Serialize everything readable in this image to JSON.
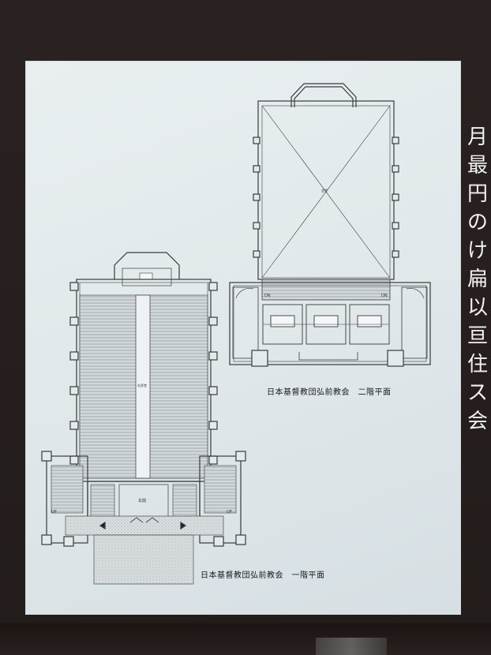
{
  "captions": {
    "second_floor": "日本基督教団弘前教会　二階平面",
    "first_floor": "日本基督教団弘前教会　一階平面"
  },
  "plan_labels": {
    "upper_hall": "会堂",
    "lower_hall": "礼拝堂",
    "entrance": "玄関",
    "stair_dn_left": "DN",
    "stair_dn_right": "DN",
    "stair_up_left": "UP",
    "stair_up_right": "UP"
  },
  "side_text": [
    "月",
    "最",
    "円",
    "の",
    "け",
    "扁",
    "以",
    "亘",
    "住",
    "ス",
    "会"
  ],
  "colors": {
    "board": "#2a2220",
    "panel": "#e3eaed",
    "line": "#3a3a3a",
    "floor_fill": "#c9cfd2"
  }
}
